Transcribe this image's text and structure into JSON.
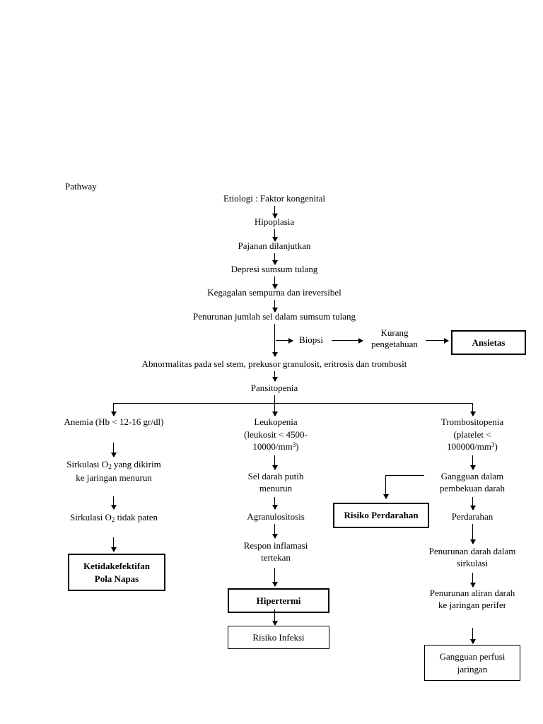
{
  "page": {
    "title_label": "Pathway"
  },
  "nodes": {
    "etiologi": "Etiologi : Faktor kongenital",
    "hipoplasia": "Hipoplasia",
    "pajanan": "Pajanan dilanjutkan",
    "depresi": "Depresi sumsum tulang",
    "kegagalan": "Kegagalan sempurna dan ireversibel",
    "penurunan_jumlah": "Penurunan jumlah sel dalam sumsum tulang",
    "biopsi": "Biopsi",
    "kurang_pengetahuan": "Kurang pengetahuan",
    "ansietas": "Ansietas",
    "abnormalitas": "Abnormalitas pada sel stem, prekusor granulosit, eritrosis dan trombosit",
    "pansitopenia": "Pansitopenia",
    "anemia": "Anemia (Hb < 12-16 gr/dl)",
    "leukopenia_line1": "Leukopenia",
    "leukopenia_line2": "(leukosit < 4500-",
    "leukopenia_line3_pre": "10000/mm",
    "leukopenia_line3_sup": "3",
    "leukopenia_line3_post": ")",
    "trombositopenia_line1": "Trombositopenia",
    "trombositopenia_line2": "(platelet <",
    "trombositopenia_line3_pre": "100000/mm",
    "trombositopenia_line3_sup": "3",
    "trombositopenia_line3_post": ")",
    "sirkulasi_o2_menurun_pre": "Sirkulasi O",
    "sirkulasi_o2_menurun_sub": "2",
    "sirkulasi_o2_menurun_post": " yang dikirim ke jaringan menurun",
    "sirkulasi_o2_paten_pre": "Sirkulasi O",
    "sirkulasi_o2_paten_sub": "2",
    "sirkulasi_o2_paten_post": " tidak paten",
    "ketidakefektifan": "Ketidakefektifan Pola Napas",
    "sel_darah_putih": "Sel darah putih menurun",
    "agranulositosis": "Agranulositosis",
    "respon_inflamasi": "Respon inflamasi tertekan",
    "hipertermi": "Hipertermi",
    "risiko_infeksi": "Risiko Infeksi",
    "gangguan_pembekuan": "Gangguan dalam pembekuan darah",
    "risiko_perdarahan": "Risiko Perdarahan",
    "perdarahan": "Perdarahan",
    "penurunan_darah": "Penurunan darah dalam sirkulasi",
    "penurunan_aliran": "Penurunan aliran darah ke jaringan perifer",
    "gangguan_perfusi": "Gangguan perfusi jaringan"
  },
  "colors": {
    "stroke": "#000000",
    "background": "#ffffff"
  }
}
